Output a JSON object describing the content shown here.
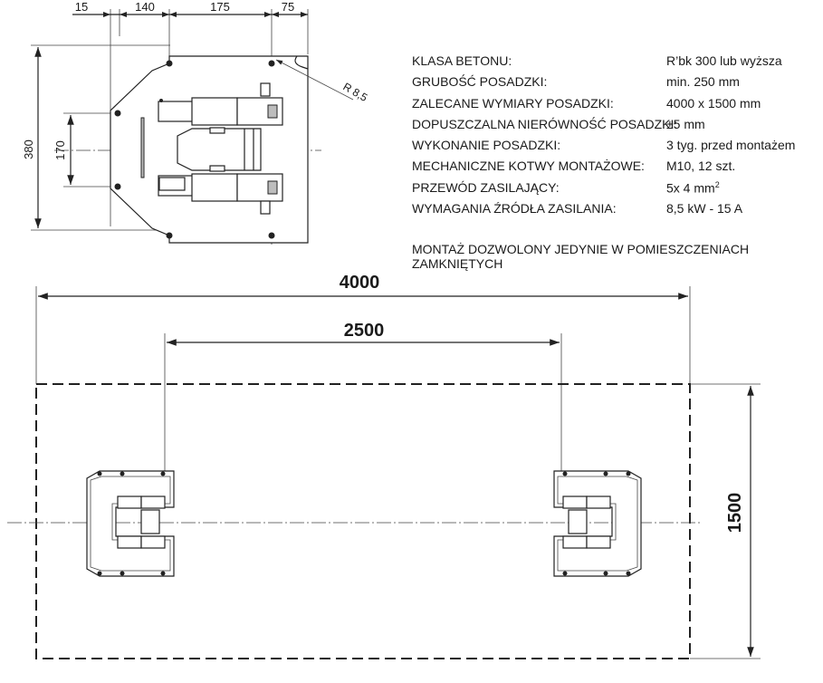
{
  "top_dims": {
    "d15": "15",
    "d140": "140",
    "d175": "175",
    "d75": "75",
    "radius": "R 8,5",
    "d380": "380",
    "d170": "170"
  },
  "specs": [
    {
      "label": "KLASA BETONU:",
      "value": "R’bk 300 lub wyższa"
    },
    {
      "label": "GRUBOŚĆ POSADZKI:",
      "value": "min. 250 mm"
    },
    {
      "label": "ZALECANE WYMIARY POSADZKI:",
      "value": "4000 x 1500 mm"
    },
    {
      "label": "DOPUSZCZALNA NIERÓWNOŚĆ POSADZKI:",
      "value": "±5 mm"
    },
    {
      "label": "WYKONANIE POSADZKI:",
      "value": "3 tyg. przed montażem"
    },
    {
      "label": "MECHANICZNE KOTWY MONTAŻOWE:",
      "value": "M10, 12 szt."
    },
    {
      "label": "PRZEWÓD ZASILAJĄCY:",
      "value": "5x 4 mm",
      "sup": "2"
    },
    {
      "label": "WYMAGANIA ŹRÓDŁA ZASILANIA:",
      "value": "8,5 kW - 15 A"
    }
  ],
  "note": "MONTAŻ DOZWOLONY JEDYNIE W POMIESZCZENIACH ZAMKNIĘTYCH",
  "plan_dims": {
    "length": "4000",
    "spacing": "2500",
    "width": "1500"
  }
}
